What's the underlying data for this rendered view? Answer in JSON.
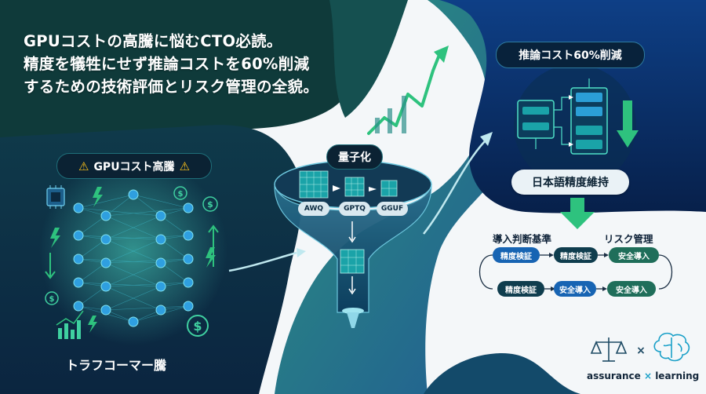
{
  "headline": {
    "line1": "GPUコストの高騰に悩むCTO必読。",
    "line2": "精度を犠牲にせず推論コストを60%削減",
    "line3": "するための技術評価とリスク管理の全貌。"
  },
  "left_panel": {
    "warning_label": "GPUコスト高騰",
    "bottom_label": "トラフコーマー騰"
  },
  "funnel": {
    "title": "量子化",
    "methods": [
      "AWQ",
      "GPTQ",
      "GGUF"
    ]
  },
  "right_panel": {
    "title": "推論コスト60%削減",
    "subtitle": "日本語精度維持"
  },
  "process": {
    "criteria_label": "導入判断基準",
    "risk_label": "リスク管理",
    "row1": [
      "精度検証",
      "精度検証",
      "安全導入"
    ],
    "row2": [
      "精度検証",
      "安全導入",
      "安全導入"
    ]
  },
  "brand": {
    "name_left": "assurance",
    "separator": "×",
    "name_right": "learning",
    "icons": [
      "scales-icon",
      "brain-icon"
    ]
  },
  "colors": {
    "navy": "#0d2a4a",
    "teal": "#1f8a86",
    "accent_green": "#2ec27e",
    "blue": "#1764b3",
    "warning": "#ffc21a"
  }
}
